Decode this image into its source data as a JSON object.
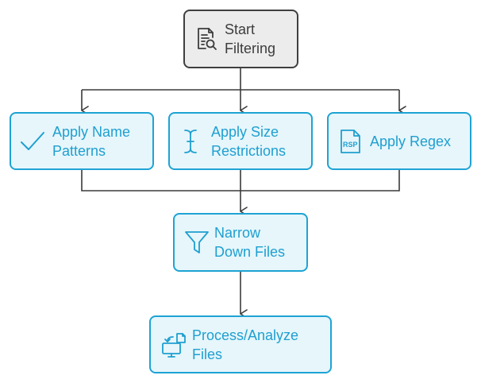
{
  "nodes": {
    "start": {
      "label": "Start\nFiltering",
      "icon": "document-search-icon"
    },
    "name": {
      "label": "Apply Name\nPatterns",
      "icon": "checkmark-icon"
    },
    "size": {
      "label": "Apply Size\nRestrictions",
      "icon": "text-cursor-icon"
    },
    "regex": {
      "label": "Apply Regex",
      "icon": "rsp-file-icon"
    },
    "narrow": {
      "label": "Narrow\nDown Files",
      "icon": "funnel-icon"
    },
    "process": {
      "label": "Process/Analyze\nFiles",
      "icon": "computer-transfer-icon"
    }
  },
  "colors": {
    "start_fill": "#ececec",
    "start_border": "#3f3f3f",
    "step_fill": "#e6f6fb",
    "step_border": "#1ea3d4",
    "step_text": "#1f9fd0",
    "connector": "#3a3a3a"
  }
}
